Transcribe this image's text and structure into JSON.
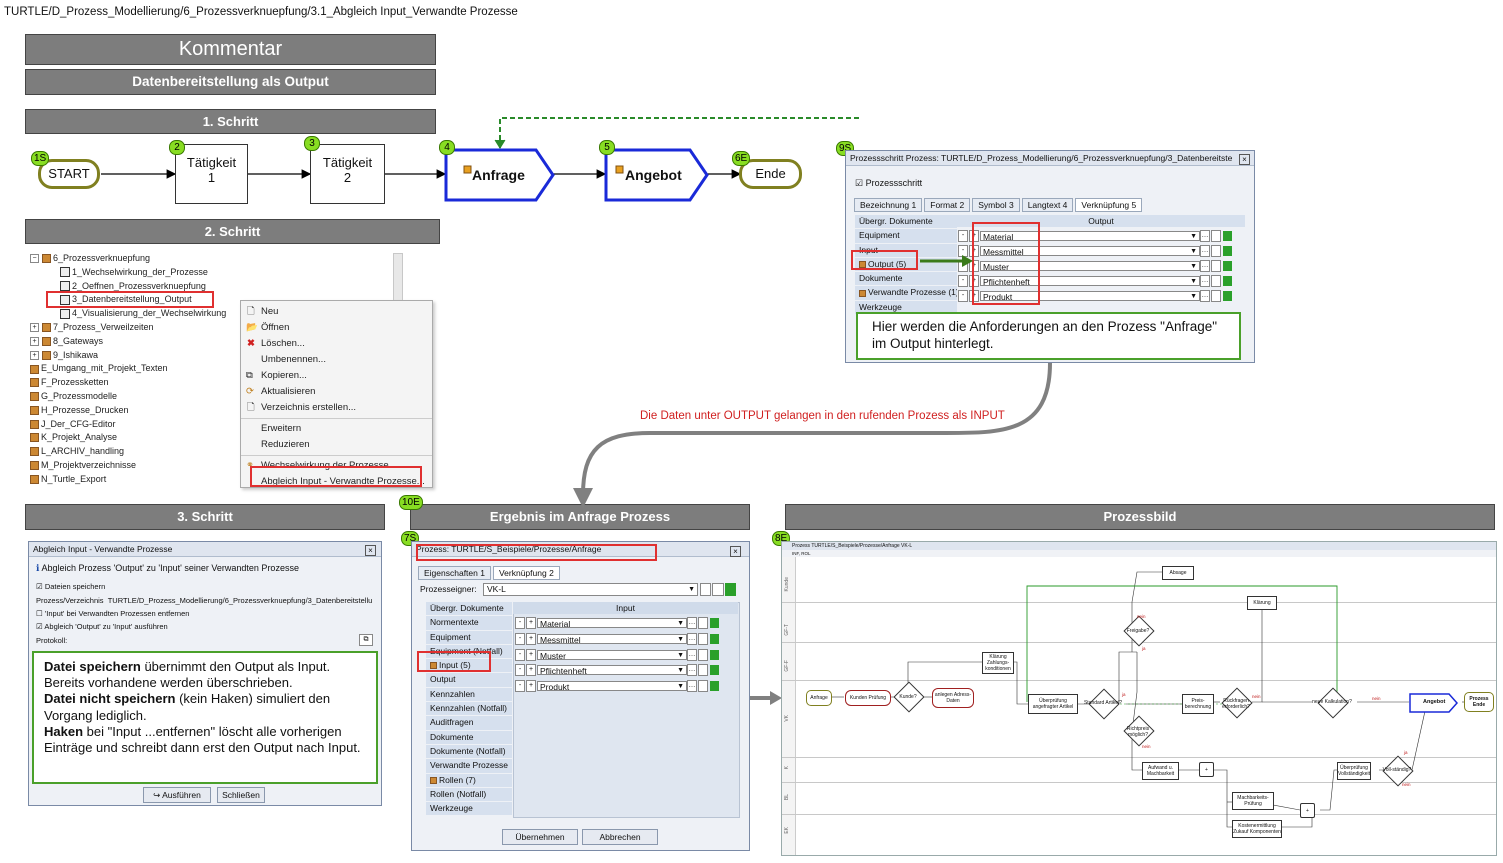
{
  "breadcrumb": "TURTLE/D_Prozess_Modellierung/6_Prozessverknuepfung/3.1_Abgleich Input_Verwandte Prozesse",
  "header": {
    "kommentar": "Kommentar",
    "subtitle": "Datenbereitstellung als Output"
  },
  "steps": {
    "s1": "1. Schritt",
    "s2": "2. Schritt",
    "s3": "3. Schritt",
    "result": "Ergebnis im Anfrage Prozess",
    "prozessbild": "Prozessbild"
  },
  "flow": {
    "start": "START",
    "t1_line1": "Tätigkeit",
    "t1_line2": "1",
    "t2_line1": "Tätigkeit",
    "t2_line2": "2",
    "anfrage": "Anfrage",
    "angebot": "Angebot",
    "ende": "Ende",
    "badges": {
      "b1": "1S",
      "b2": "2",
      "b3": "3",
      "b4": "4",
      "b5": "5",
      "b6": "6E",
      "b9": "9S",
      "b10": "10E",
      "b7": "7S",
      "b8": "8E"
    }
  },
  "tree": {
    "items": [
      "6_Prozessverknuepfung",
      "1_Wechselwirkung_der_Prozesse",
      "2_Oeffnen_Prozessverknuepfung",
      "3_Datenbereitstellung_Output",
      "4_Visualisierung_der_Wechselwirkung",
      "7_Prozess_Verweilzeiten",
      "8_Gateways",
      "9_Ishikawa",
      "E_Umgang_mit_Projekt_Texten",
      "F_Prozessketten",
      "G_Prozessmodelle",
      "H_Prozesse_Drucken",
      "J_Der_CFG-Editor",
      "K_Projekt_Analyse",
      "L_ARCHIV_handling",
      "M_Projektverzeichnisse",
      "N_Turtle_Export"
    ]
  },
  "context_menu": {
    "items": [
      "Neu",
      "Öffnen",
      "Löschen...",
      "Umbenennen...",
      "Kopieren...",
      "Aktualisieren",
      "Verzeichnis erstellen...",
      "Erweitern",
      "Reduzieren",
      "Wechselwirkung der Prozesse",
      "Abgleich Input - Verwandte Prozesse..."
    ]
  },
  "dialog_top": {
    "title": "Prozessschritt Prozess: TURTLE/D_Prozess_Modellierung/6_Prozessverknuepfung/3_Datenbereitste",
    "checkbox": "Prozessschritt",
    "tabs": [
      "Bezeichnung 1",
      "Format 2",
      "Symbol 3",
      "Langtext 4",
      "Verknüpfung 5"
    ],
    "list": [
      "Übergr. Dokumente",
      "Equipment",
      "Input",
      "Output (5)",
      "Dokumente",
      "Verwandte Prozesse (1)",
      "Werkzeuge"
    ],
    "column": "Output",
    "rows": [
      "Material",
      "Messmittel",
      "Muster",
      "Pflichtenheft",
      "Produkt"
    ],
    "note": "Hier werden die Anforderungen an den Prozess \"Anfrage\" im Output hinterlegt."
  },
  "annotation": "Die Daten unter OUTPUT gelangen in den rufenden Prozess als INPUT",
  "dialog_left": {
    "title": "Abgleich Input - Verwandte Prozesse",
    "info": "Abgleich Prozess 'Output' zu 'Input' seiner Verwandten Prozesse",
    "cb1": "Dateien speichern",
    "path_label": "Prozess/Verzeichnis",
    "path_value": "TURTLE/D_Prozess_Modellierung/6_Prozessverknuepfung/3_Datenbereitstellu",
    "cb2": "'Input' bei Verwandten Prozessen entfernen",
    "cb3": "Abgleich 'Output' zu 'Input' ausführen",
    "protokoll": "Protokoll:",
    "note_bold1": "Datei speichern",
    "note_t1": " übernimmt den Output als Input. Bereits vorhandene werden überschrieben.",
    "note_bold2": "Datei nicht speichern",
    "note_t2": " (kein Haken) simuliert den Vorgang lediglich.",
    "note_bold3": "Haken",
    "note_t3": " bei \"Input ...entfernen\" löscht alle vorherigen Einträge und schreibt dann erst den Output nach Input.",
    "btn_run": "Ausführen",
    "btn_close": "Schließen"
  },
  "dialog_mid": {
    "title": "Prozess: TURTLE/S_Beispiele/Prozesse/Anfrage",
    "tabs": [
      "Eigenschaften 1",
      "Verknüpfung 2"
    ],
    "owner_label": "Prozesseigner:",
    "owner_value": "VK-L",
    "list": [
      "Übergr. Dokumente",
      "Normentexte",
      "Equipment",
      "Equipment (Notfall)",
      "Input (5)",
      "Output",
      "Kennzahlen",
      "Kennzahlen (Notfall)",
      "Auditfragen",
      "Dokumente",
      "Dokumente (Notfall)",
      "Verwandte Prozesse",
      "Rollen (7)",
      "Rollen (Notfall)",
      "Werkzeuge"
    ],
    "column": "Input",
    "rows": [
      "Material",
      "Messmittel",
      "Muster",
      "Pflichtenheft",
      "Produkt"
    ],
    "btn_ok": "Übernehmen",
    "btn_cancel": "Abbrechen"
  },
  "prozessbild": {
    "title": "Prozess TURTLE/S_Beispiele/Prozesse/Anfrage VK-L",
    "toolbar": "INF, ROL",
    "lanes": [
      "Kunde",
      "GF-T",
      "GF-F",
      "VK",
      "K",
      "BL",
      "EK"
    ],
    "nodes": {
      "anfrage": "Anfrage",
      "kunden_pruefung": "Kunden Prüfung",
      "kunde": "Kunde?",
      "anlegen": "anlegen Adress-Daten",
      "klaerung": "Klärung Zahlungs-konditionen",
      "ueberpruefung": "Überprüfung angefragter Artikel",
      "standard": "Standard Artikel?",
      "preisberechnung": "Preis-berechnung",
      "rueckfragen": "Rückfragen erforderlich?",
      "neue_kalkulation": "neue Kalkulation?",
      "angebot": "Angebot",
      "ende": "Prozess Ende",
      "absage": "Absage",
      "klaerung2": "Klärung",
      "freigabe": "Freigabe?",
      "richtpreis": "Richtpreis möglich?",
      "aufwand": "Aufwand u. Machbarkeit",
      "machbarkeit": "Machbarkeits-Prüfung",
      "kostenermittlung": "Kostenermittlung Zukauf Komponenten",
      "vollstaendigkeit": "Überprüfung Vollständigkeit",
      "vollstaendig": "Voll-ständig?",
      "ja": "ja",
      "nein": "nein"
    }
  }
}
